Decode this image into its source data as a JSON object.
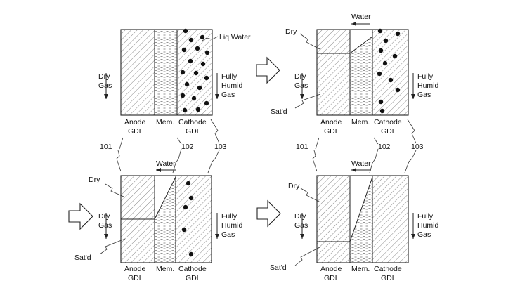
{
  "labels": {
    "liq_water": "Liq.Water",
    "water": "Water",
    "dry": "Dry",
    "dry_gas_1": "Dry",
    "dry_gas_2": "Gas",
    "humid_1": "Fully",
    "humid_2": "Humid",
    "humid_3": "Gas",
    "satd": "Sat'd",
    "anode_1": "Anode",
    "anode_2": "GDL",
    "mem": "Mem.",
    "cathode_1": "Cathode",
    "cathode_2": "GDL",
    "ref_101": "101",
    "ref_102": "102",
    "ref_103": "103"
  }
}
